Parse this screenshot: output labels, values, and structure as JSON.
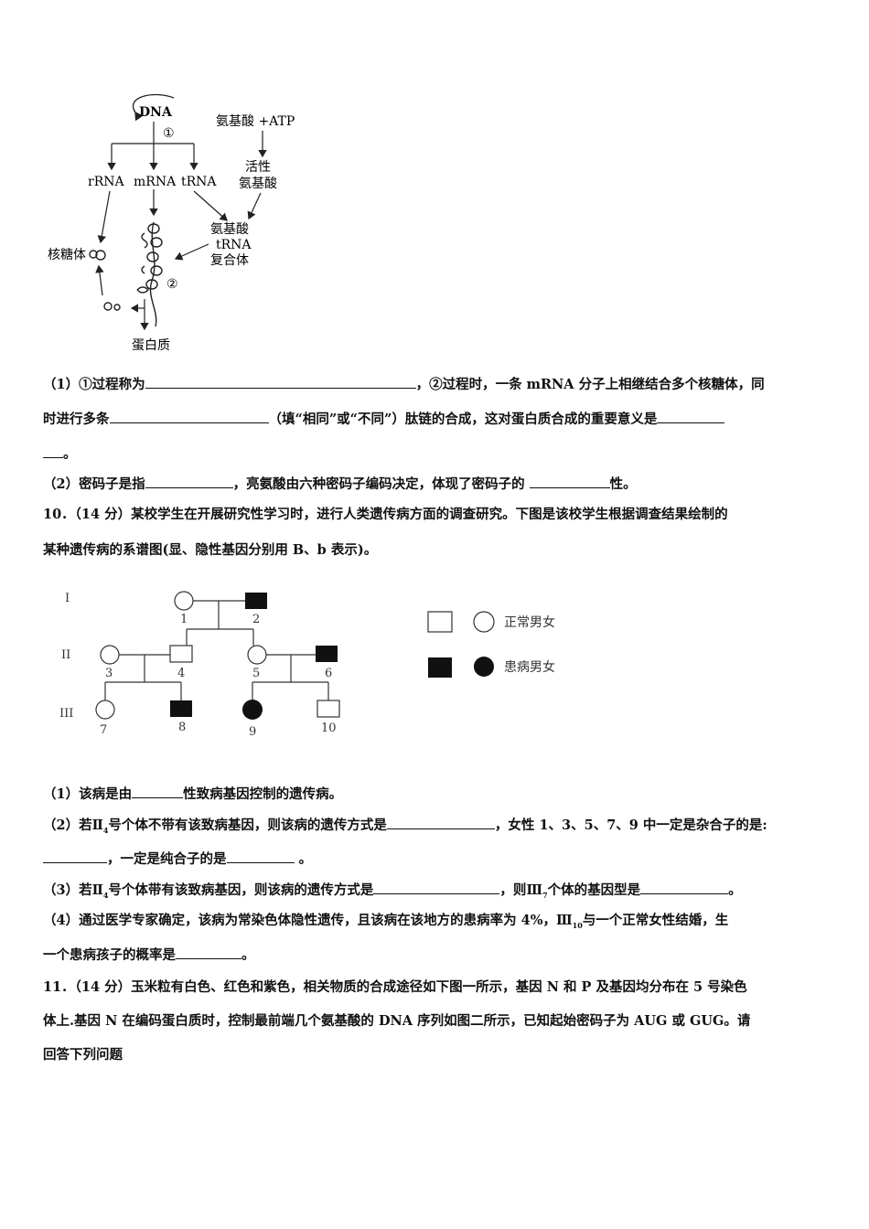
{
  "diagram1": {
    "dna": "DNA",
    "step1": "①",
    "step2": "②",
    "rrna": "rRNA",
    "mrna": "mRNA",
    "trna": "tRNA",
    "aa_atp": "氨基酸 +ATP",
    "active_aa_1": "活性",
    "active_aa_2": "氨基酸",
    "complex_1": "氨基酸",
    "complex_2": "tRNA",
    "complex_3": "复合体",
    "ribosome": "核糖体",
    "protein": "蛋白质"
  },
  "q9": {
    "l1a": "（1）①过程称为",
    "l1b": "，②过程时，一条 mRNA 分子上相继结合多个核糖体，同",
    "l2a": "时进行多条",
    "l2b": "（填“相同”或“不同”）肽链的合成，这对蛋白质合成的重要意义是",
    "l3": "。",
    "l4a": "（2）密码子是指",
    "l4b": "，亮氨酸由六种密码子编码决定，体现了密码子的 ",
    "l4c": "性。"
  },
  "q10": {
    "l1": "10．（14 分）某校学生在开展研究性学习时，进行人类遗传病方面的调查研究。下图是该校学生根据调查结果绘制的",
    "l2": "某种遗传病的系谱图(显、隐性基因分别用 B、b 表示)。",
    "pedigree": {
      "gen_labels": [
        "I",
        "II",
        "III"
      ],
      "ids": [
        "1",
        "2",
        "3",
        "4",
        "5",
        "6",
        "7",
        "8",
        "9",
        "10"
      ],
      "legend_normal": "正常男女",
      "legend_affected": "患病男女"
    },
    "a1a": "（1）该病是由",
    "a1b": "性致病基因控制的遗传病。",
    "a2a": "（2）若Ⅱ",
    "a2sub": "4",
    "a2b": "号个体不带有该致病基因，则该病的遗传方式是",
    "a2c": "，女性 1、3、5、7、9 中一定是杂合子的是:",
    "a2d": "，一定是纯合子的是",
    "a2e": " 。",
    "a3a": "（3）若Ⅱ",
    "a3sub": "4",
    "a3b": "号个体带有该致病基因，则该病的遗传方式是",
    "a3c": "，则Ⅲ",
    "a3sub2": "7",
    "a3d": "个体的基因型是",
    "a3e": "。",
    "a4a": "（4）通过医学专家确定，该病为常染色体隐性遗传，且该病在该地方的患病率为 4%，Ⅲ",
    "a4sub": "10",
    "a4b": "与一个正常女性结婚，生",
    "a4c": "一个患病孩子的概率是",
    "a4d": "。"
  },
  "q11": {
    "l1": "11．（14 分）玉米粒有白色、红色和紫色，相关物质的合成途径如下图一所示，基因 N 和 P 及基因均分布在 5 号染色",
    "l2": "体上.基因 N 在编码蛋白质时，控制最前端几个氨基酸的 DNA 序列如图二所示，已知起始密码子为 AUG 或 GUG。请",
    "l3": "回答下列问题"
  }
}
